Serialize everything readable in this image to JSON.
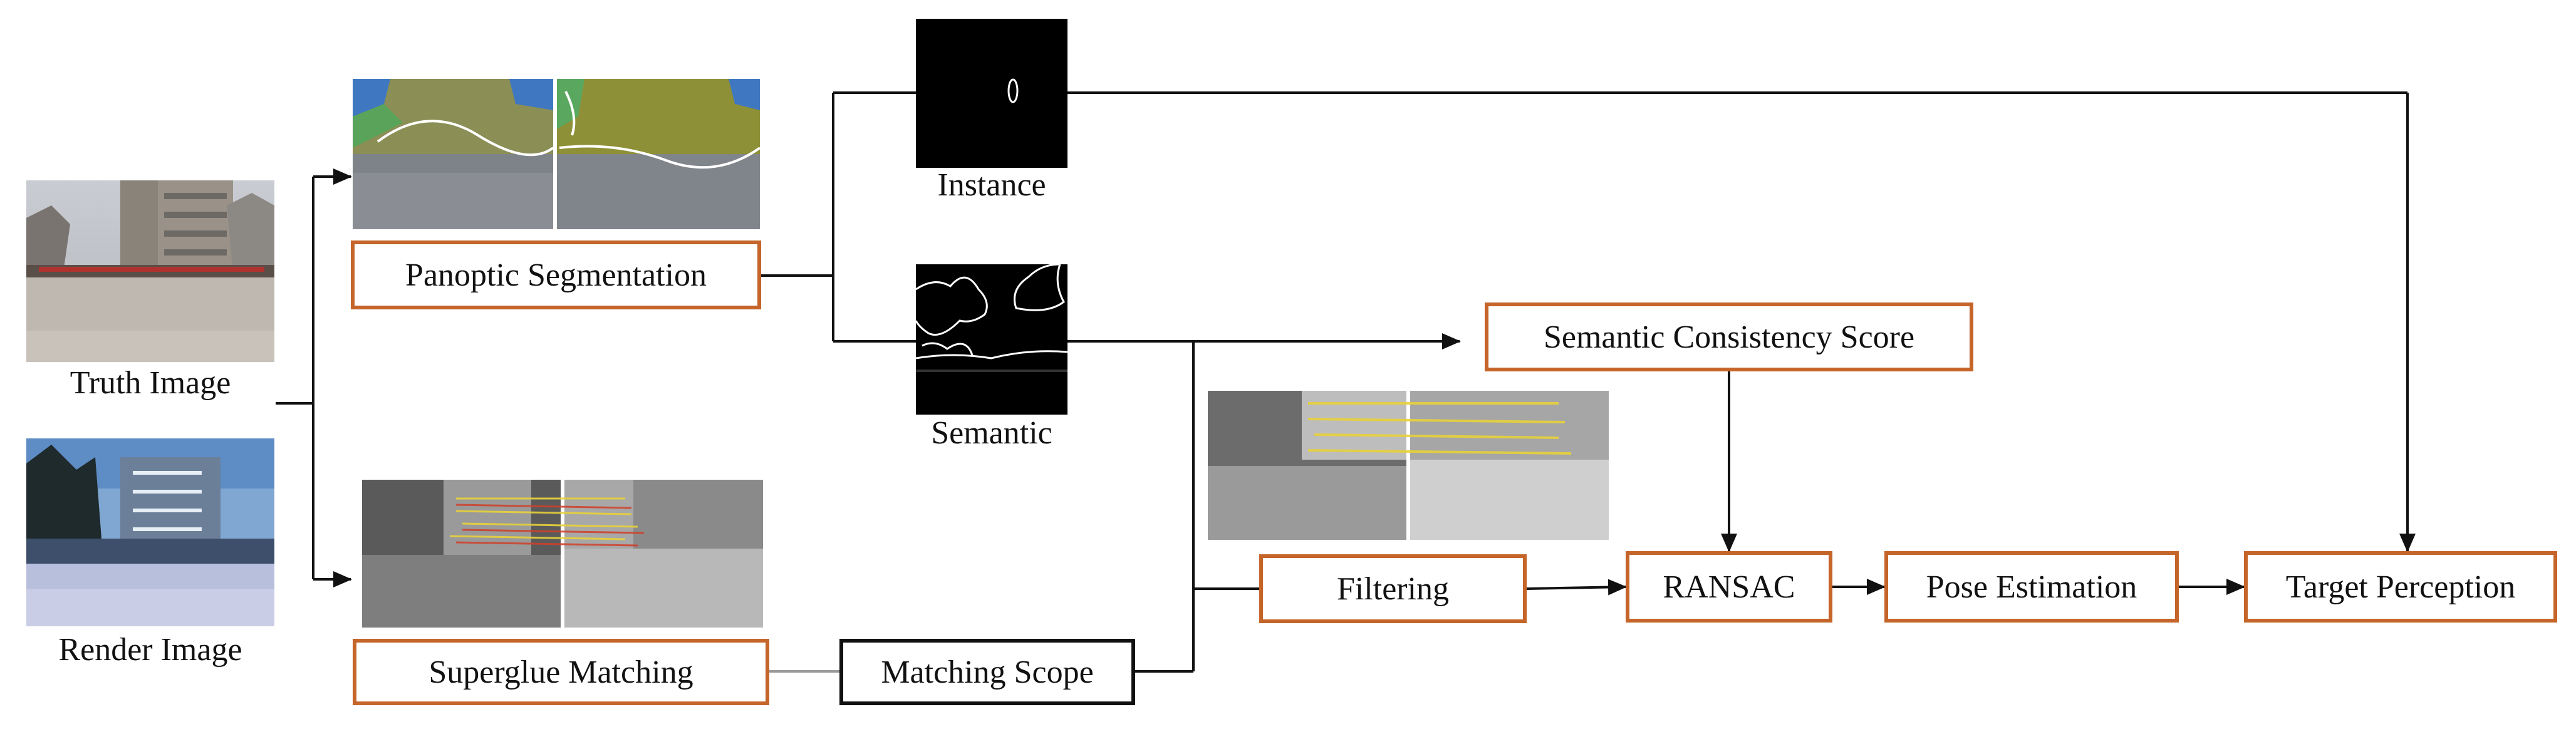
{
  "labels": {
    "truth_image": "Truth Image",
    "render_image": "Render Image",
    "instance": "Instance",
    "semantic": "Semantic"
  },
  "boxes": {
    "panoptic_segmentation": "Panoptic Segmentation",
    "superglue_matching": "Superglue Matching",
    "matching_scope": "Matching Scope",
    "semantic_consistency_score": "Semantic Consistency Score",
    "filtering": "Filtering",
    "ransac": "RANSAC",
    "pose_estimation": "Pose Estimation",
    "target_perception": "Target Perception"
  },
  "colors": {
    "box_border": "#c5652a",
    "arrow": "#111111",
    "match_line_yellow": "#e8d23a",
    "match_line_red": "#d0402a"
  }
}
